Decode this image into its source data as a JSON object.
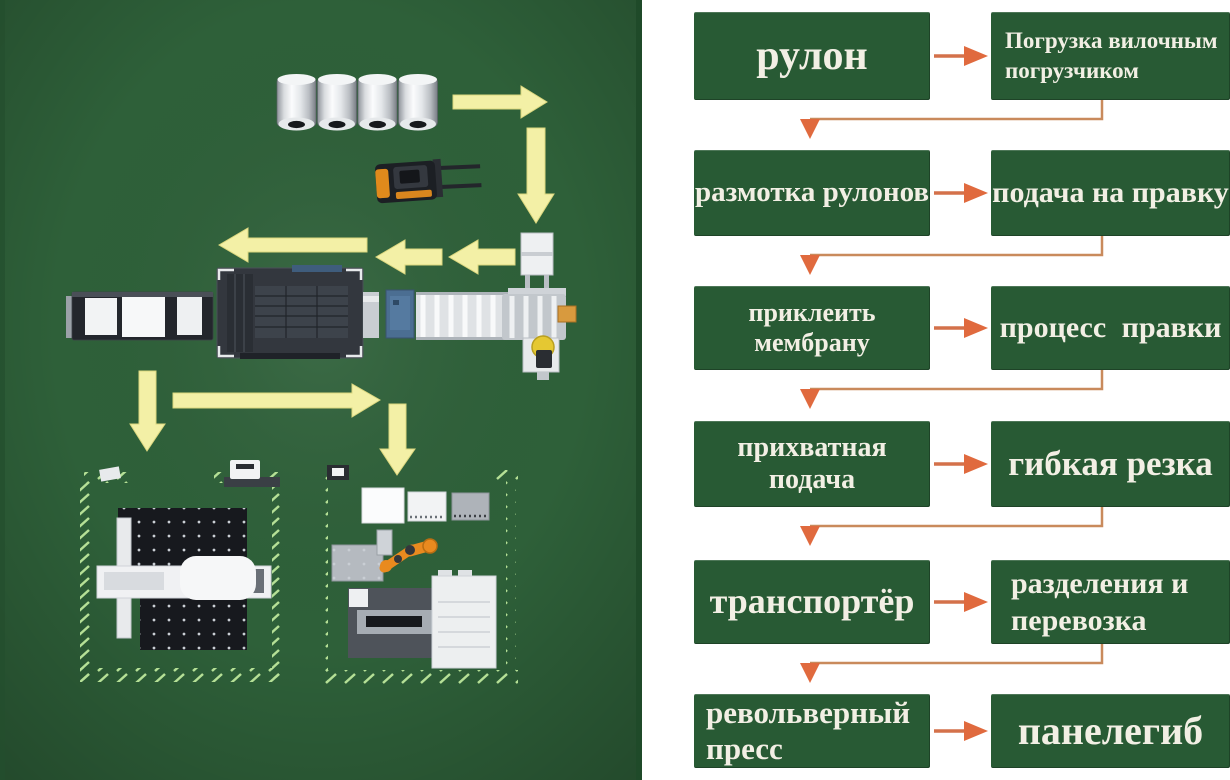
{
  "flowchart": {
    "rows": [
      {
        "left": "рулон",
        "right": "Погрузка вилочным погрузчиком"
      },
      {
        "left": "размотка рулонов",
        "right": "подача на правку"
      },
      {
        "left": "приклеить мембрану",
        "right": "процесс правки"
      },
      {
        "left": "прихватная подача",
        "right": "гибкая резка"
      },
      {
        "left": "транспортёр",
        "right": "разделения и перевозка"
      },
      {
        "left": "револьверный пресс",
        "right": "панелегиб"
      }
    ],
    "box_color": "#285a34",
    "text_color": "#f2efe4",
    "step_arrow_color": "#e06a3e",
    "connector_line_color": "#c98a5c"
  },
  "illustration_panel": {
    "background_color": "#2e6039",
    "flow_arrow_color": "#f3f0a6",
    "icons": [
      "steel-coil-icon",
      "forklift-icon",
      "flow-arrow-right-icon",
      "flow-arrow-down-icon",
      "flow-arrow-left-icon",
      "decoiler-machine",
      "roller-conveyor",
      "blue-cabinet",
      "punch-laser-machine",
      "loading-conveyor",
      "work-cell-fence",
      "tool-panel",
      "panel-bender-machine",
      "robot-arm-icon",
      "printer-station",
      "sheet-blank"
    ]
  }
}
